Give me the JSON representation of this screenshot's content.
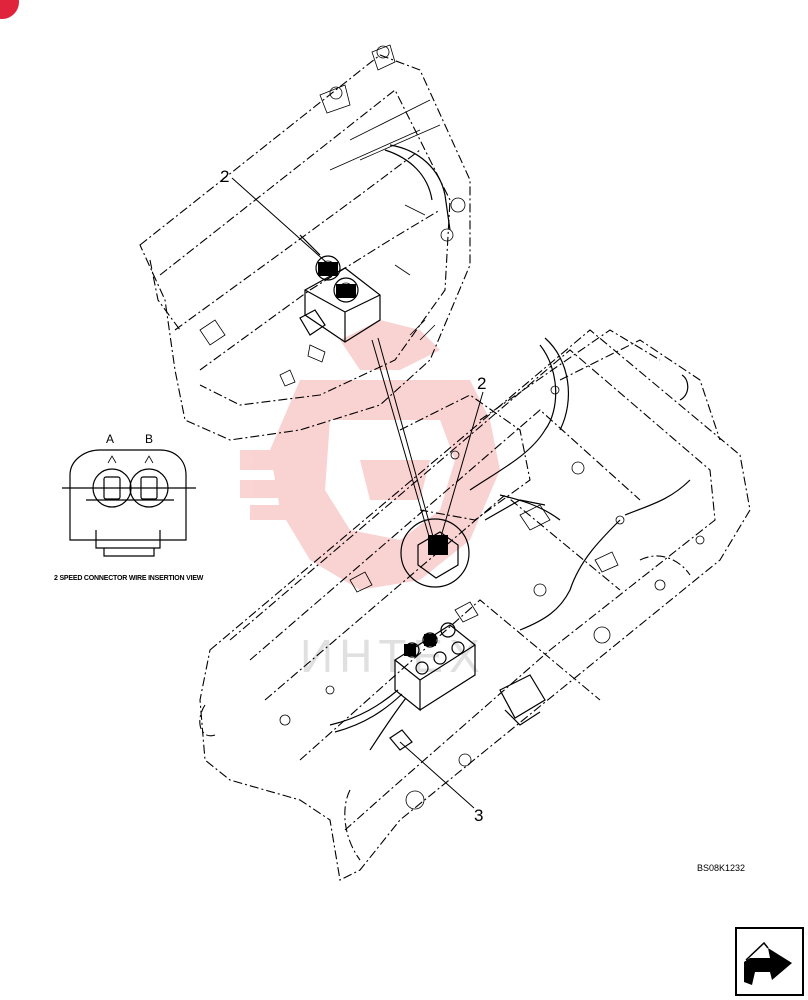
{
  "callouts": {
    "upper_item": "2",
    "center_item": "2",
    "lower_item": "3"
  },
  "connector_view": {
    "pin_a": "A",
    "pin_b": "B",
    "caption": "2 SPEED CONNECTOR WIRE INSERTION VIEW"
  },
  "figure_id": "BS08K1232",
  "watermark_text": "ИНТЕХ",
  "colors": {
    "line": "#000000",
    "watermark": "#f08080",
    "corner_badge": "#e0243c"
  },
  "icons": {
    "corner_badge": "red-corner-badge",
    "nav_arrow": "next-page-arrow-icon"
  }
}
